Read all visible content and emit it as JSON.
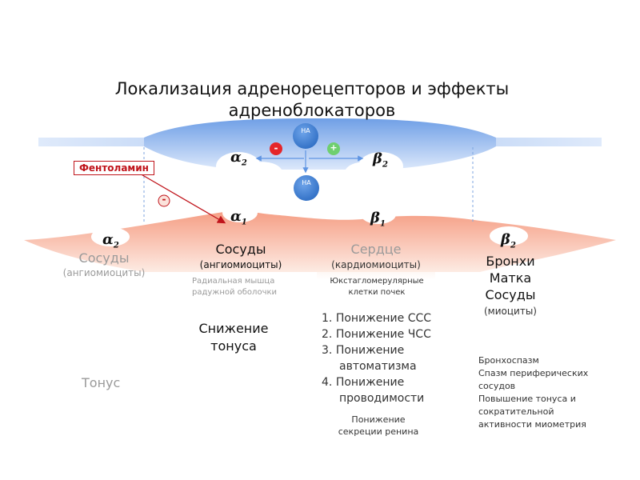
{
  "title": {
    "line1": "Локализация адренорецепторов и эффекты",
    "line2": "адреноблокаторов"
  },
  "neuron": {
    "transmitter_top": "НА",
    "transmitter_bottom": "НА",
    "minus": "-",
    "plus": "+"
  },
  "presynaptic_receptors": {
    "left": {
      "symbol": "α",
      "sub": "2"
    },
    "right": {
      "symbol": "β",
      "sub": "2"
    }
  },
  "postsynaptic_receptors": {
    "alpha1": {
      "symbol": "α",
      "sub": "1"
    },
    "beta1": {
      "symbol": "β",
      "sub": "1"
    },
    "alpha2": {
      "symbol": "α",
      "sub": "2"
    },
    "beta2": {
      "symbol": "β",
      "sub": "2"
    }
  },
  "drug": {
    "name": "Фентоламин",
    "sign": "-"
  },
  "tissues": {
    "alpha2": {
      "name": "Сосуды",
      "cells": "(ангиомиоциты)",
      "effect": "Тонус"
    },
    "alpha1": {
      "name": "Сосуды",
      "cells": "(ангиомиоциты)",
      "note_line1": "Радиальная мышца",
      "note_line2": "радужной оболочки",
      "effect_line1": "Снижение",
      "effect_line2": "тонуса"
    },
    "beta1": {
      "name": "Сердце",
      "cells": "(кардиомиоциты)",
      "note_line1": "Юкстагломерулярные",
      "note_line2": "клетки почек",
      "effects": [
        {
          "n": "1.",
          "line1": "Понижение ССС",
          "line2": ""
        },
        {
          "n": "2.",
          "line1": "Понижение ЧСС",
          "line2": ""
        },
        {
          "n": "3.",
          "line1": "Понижение",
          "line2": "автоматизма"
        },
        {
          "n": "4.",
          "line1": "Понижение",
          "line2": "проводимости"
        }
      ],
      "renin_line1": "Понижение",
      "renin_line2": "секреции ренина"
    },
    "beta2": {
      "name_line1": "Бронхи",
      "name_line2": "Матка",
      "name_line3": "Сосуды",
      "cells": "(миоциты)",
      "effects": [
        "Бронхоспазм",
        "Спазм периферических",
        "сосудов",
        "Повышение тонуса и",
        "сократительной",
        "активности миометрия"
      ]
    }
  },
  "colors": {
    "nerve_blue": "#a9c8f2",
    "nerve_blue_dark": "#5f95e3",
    "tissue_pink": "#f6a48c",
    "tissue_pink_light": "#fde4da",
    "heart_column": "#fbd7c8",
    "vesicle": "#3d7fd6",
    "minus_red": "#e5262a",
    "plus_green": "#6fcf6f",
    "drug_red": "#c0141b"
  }
}
